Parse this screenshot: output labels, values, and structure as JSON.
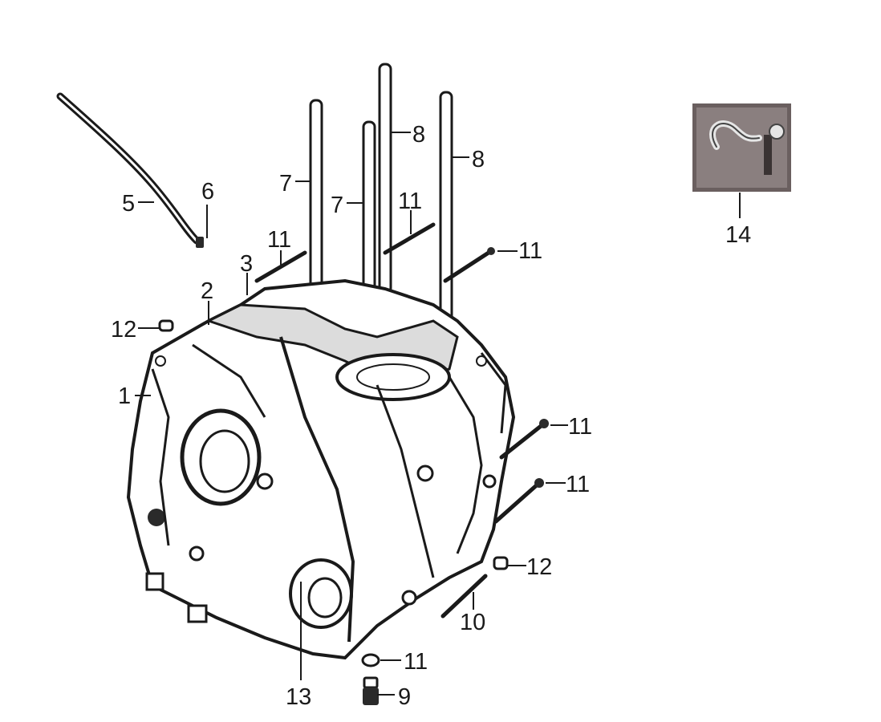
{
  "callouts": {
    "c1": "1",
    "c2": "2",
    "c3": "3",
    "c5": "5",
    "c6": "6",
    "c7a": "7",
    "c7b": "7",
    "c8a": "8",
    "c8b": "8",
    "c9": "9",
    "c10": "10",
    "c11a": "11",
    "c11b": "11",
    "c11c": "11",
    "c11d": "11",
    "c11e": "11",
    "c11f": "11",
    "c12a": "12",
    "c12b": "12",
    "c13": "13",
    "c14": "14"
  },
  "photo": {
    "frame_color": "#6a5f5f",
    "hook_color": "#e6e6e6"
  }
}
